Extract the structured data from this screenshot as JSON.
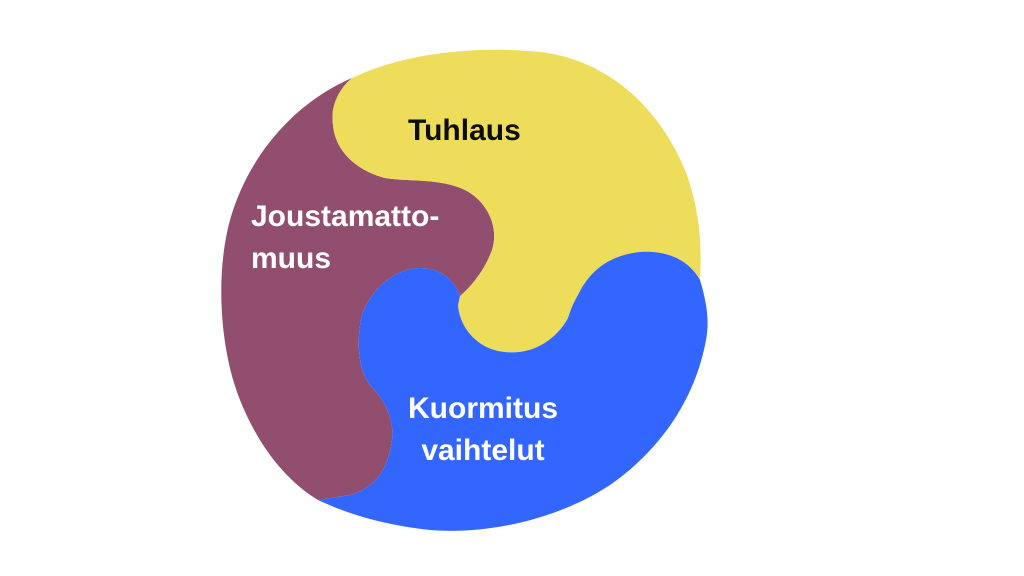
{
  "diagram": {
    "type": "three-segment swirl circle",
    "segments": [
      {
        "id": "tuhlaus",
        "lines": [
          "Tuhlaus"
        ],
        "fill": "#EEDC5B",
        "text_color": "#0D0D0D",
        "position": "top-right"
      },
      {
        "id": "joustamattomuus",
        "lines": [
          "Joustamatto-",
          "muus"
        ],
        "fill": "#924E6E",
        "text_color": "#FFFFFF",
        "position": "left"
      },
      {
        "id": "kuormitusvaihtelut",
        "lines": [
          "Kuormitus",
          "vaihtelut"
        ],
        "fill": "#3366FF",
        "text_color": "#FFFFFF",
        "position": "bottom-right"
      }
    ]
  }
}
